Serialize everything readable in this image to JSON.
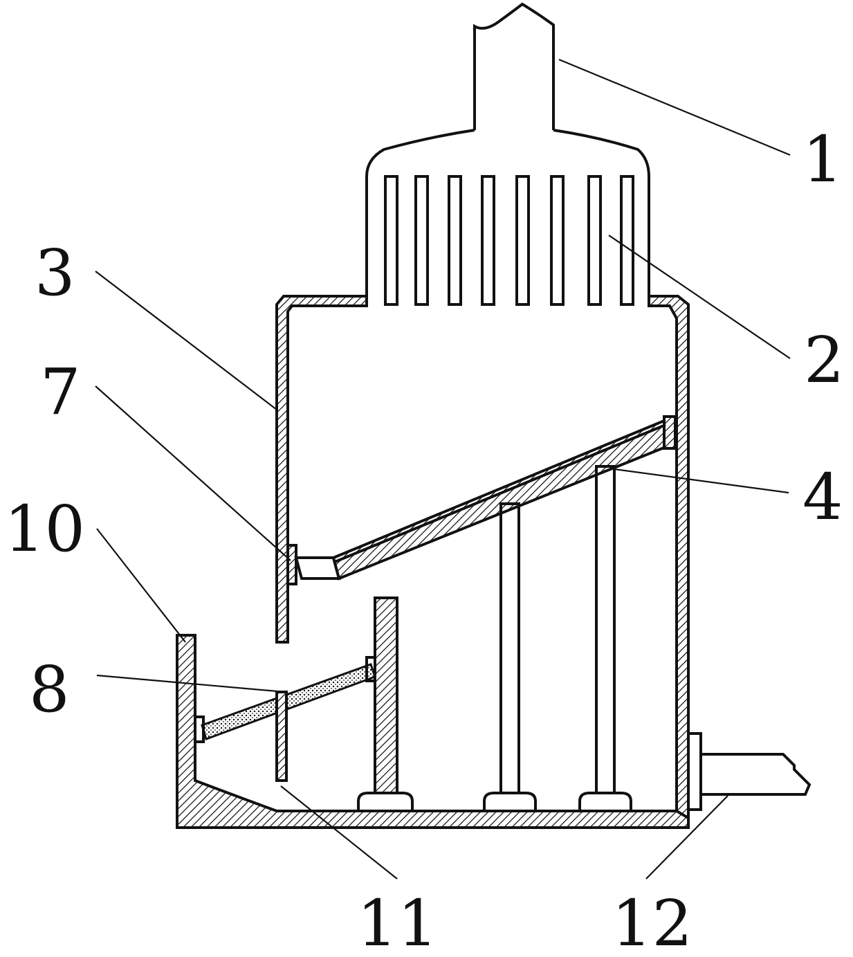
{
  "labels": {
    "l1": "1",
    "l2": "2",
    "l3": "3",
    "l4": "4",
    "l7": "7",
    "l8": "8",
    "l10": "10",
    "l11": "11",
    "l12": "12"
  }
}
